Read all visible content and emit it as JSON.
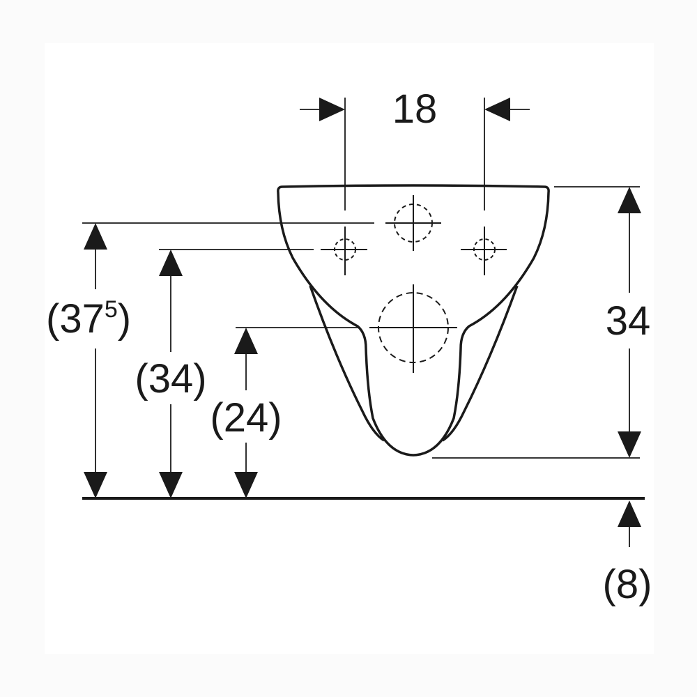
{
  "drawing": {
    "top_width": "18",
    "right_height": "34",
    "left_height_total": "(37",
    "left_height_total_sup": "5",
    "left_height_total_close": ")",
    "left_height_fixing": "(34)",
    "left_height_outlet": "(24)",
    "floor_offset": "(8)"
  },
  "colors": {
    "line": "#1a1a1a",
    "background": "#ffffff",
    "margin": "#fbfbfb"
  }
}
